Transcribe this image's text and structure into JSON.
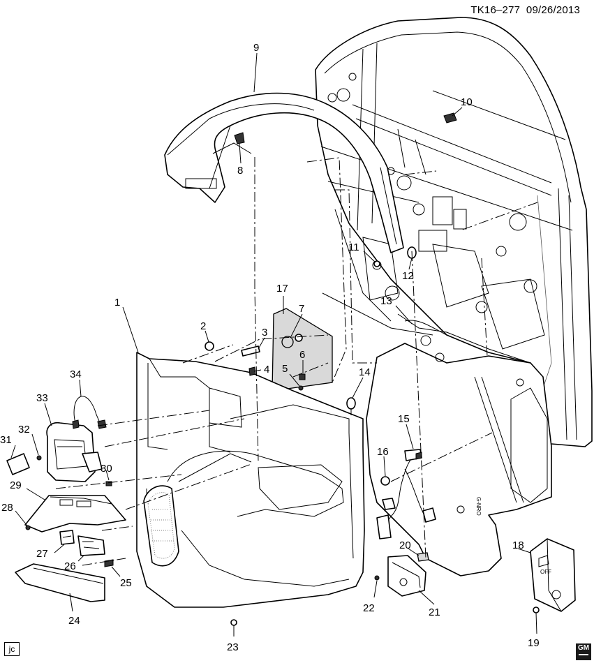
{
  "header": {
    "drawing_id": "TK16–277",
    "date": "09/26/2013"
  },
  "footer": {
    "artist_initials": "jc"
  },
  "logo": {
    "icon": "gm-logo-icon",
    "text": "GM"
  },
  "callouts": [
    "1",
    "2",
    "3",
    "4",
    "5",
    "6",
    "7",
    "8",
    "9",
    "10",
    "11",
    "12",
    "13",
    "14",
    "15",
    "16",
    "17",
    "18",
    "19",
    "20",
    "21",
    "22",
    "23",
    "24",
    "25",
    "26",
    "27",
    "28",
    "29",
    "30",
    "31",
    "32",
    "33",
    "34"
  ],
  "switch_stamp": "OFF",
  "part_stamp": "G-NRO"
}
